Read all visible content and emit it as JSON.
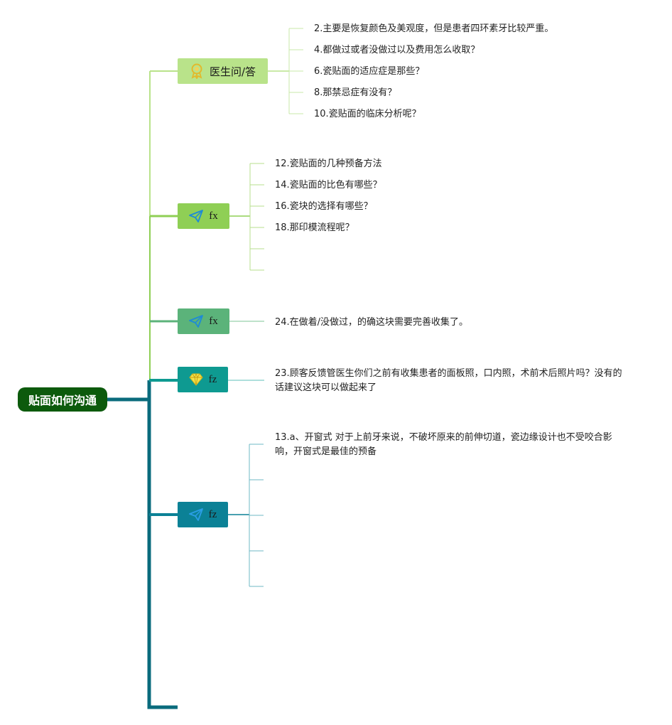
{
  "root": {
    "label": "贴面如何沟通"
  },
  "branches": [
    {
      "label": "医生问/答",
      "icon": "award-icon",
      "color": "#b9e38a",
      "items": [
        "2.主要是恢复颜色及美观度，但是患者四环素牙比较严重。",
        "4.都做过或者没做过以及费用怎么收取？",
        "6.瓷贴面的适应症是那些？",
        "8.那禁忌症有没有？",
        "10.瓷贴面的临床分析呢？"
      ]
    },
    {
      "label": "fx",
      "icon": "send-icon",
      "color": "#8fcf55",
      "items": [
        "12.瓷贴面的几种预备方法",
        "14.瓷贴面的比色有哪些？",
        "16.瓷块的选择有哪些？",
        "18.那印模流程呢？",
        "",
        ""
      ]
    },
    {
      "label": "fx",
      "icon": "send-icon",
      "color": "#5bb37a",
      "items": [
        "24.在做着/没做过，的确这块需要完善收集了。"
      ]
    },
    {
      "label": "fz",
      "icon": "diamond-icon",
      "color": "#0e9a91",
      "items": [
        "23.顾客反馈管医生你们之前有收集患者的面板照，口内照，术前术后照片吗？没有的话建议这块可以做起来了"
      ]
    },
    {
      "label": "fz",
      "icon": "send-icon",
      "color": "#0b8196",
      "items": [
        "13.a、开窗式 对于上前牙来说，不破坏原来的前伸切道，瓷边缘设计也不受咬合影响，开窗式是最佳的预备",
        "",
        "",
        "",
        ""
      ]
    }
  ]
}
